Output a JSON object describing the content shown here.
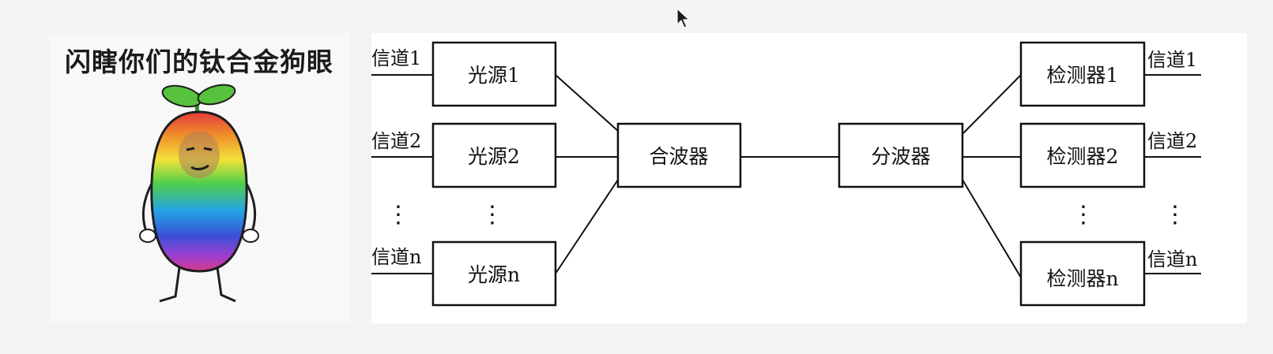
{
  "meme": {
    "caption": "闪瞎你们的钛合金狗眼",
    "icon": "rainbow-bean-character"
  },
  "diagram": {
    "sources": [
      "光源1",
      "光源2",
      "光源n"
    ],
    "input_channels": [
      "信道1",
      "信道2",
      "信道n"
    ],
    "combiner": "合波器",
    "splitter": "分波器",
    "detectors": [
      "检测器1",
      "检测器2",
      "检测器n"
    ],
    "output_channels": [
      "信道1",
      "信道2",
      "信道n"
    ],
    "ellipsis": "⋮",
    "line_color": "#111111",
    "box_border_color": "#111111"
  },
  "cursor": {
    "icon": "mouse-pointer-icon"
  }
}
